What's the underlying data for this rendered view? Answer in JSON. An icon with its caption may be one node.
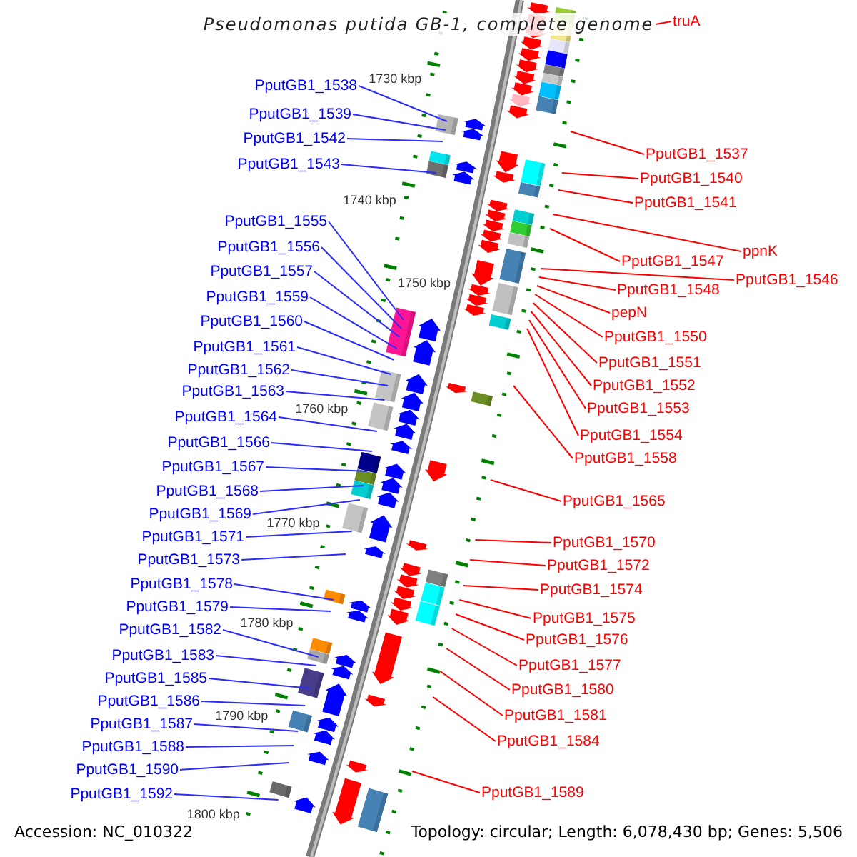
{
  "diagram": {
    "title": "Pseudomonas putida GB-1, complete genome",
    "nodes": [
      {
        "text": [
          "PputGB1_1538"
        ]
      },
      {
        "text": [
          "PputGB1_1539"
        ]
      },
      {
        "text": [
          "PputGB1_1542"
        ]
      },
      {
        "text": [
          "PputGB1_1543"
        ]
      },
      {
        "text": [
          "PputGB1_1555"
        ]
      },
      {
        "text": [
          "PputGB1_1556"
        ]
      },
      {
        "text": [
          "PputGB1_1557"
        ]
      },
      {
        "text": [
          "PputGB1_1559"
        ]
      },
      {
        "text": [
          "PputGB1_1560"
        ]
      },
      {
        "text": [
          "PputGB1_1561"
        ]
      },
      {
        "text": [
          "PputGB1_1562"
        ]
      },
      {
        "text": [
          "PputGB1_1563"
        ]
      },
      {
        "text": [
          "PputGB1_1564"
        ]
      },
      {
        "text": [
          "PputGB1_1566"
        ]
      },
      {
        "text": [
          "PputGB1_1567"
        ]
      },
      {
        "text": [
          "PputGB1_1568"
        ]
      },
      {
        "text": [
          "PputGB1_1569"
        ]
      },
      {
        "text": [
          "PputGB1_1571"
        ]
      },
      {
        "text": [
          "PputGB1_1573"
        ]
      },
      {
        "text": [
          "PputGB1_1578"
        ]
      },
      {
        "text": [
          "PputGB1_1579"
        ]
      },
      {
        "text": [
          "PputGB1_1582"
        ]
      },
      {
        "text": [
          "PputGB1_1583"
        ]
      },
      {
        "text": [
          "PputGB1_1585"
        ]
      },
      {
        "text": [
          "PputGB1_1586"
        ]
      },
      {
        "text": [
          "PputGB1_1587"
        ]
      },
      {
        "text": [
          "PputGB1_1588"
        ]
      },
      {
        "text": [
          "PputGB1_1590"
        ]
      },
      {
        "text": [
          "PputGB1_1592"
        ]
      },
      {
        "text": [
          "truA"
        ]
      },
      {
        "text": [
          "PputGB1_1537"
        ]
      },
      {
        "text": [
          "PputGB1_1540"
        ]
      },
      {
        "text": [
          "PputGB1_1541"
        ]
      },
      {
        "text": [
          "ppnK"
        ]
      },
      {
        "text": [
          "PputGB1_1547"
        ]
      },
      {
        "text": [
          "PputGB1_1546"
        ]
      },
      {
        "text": [
          "PputGB1_1548"
        ]
      },
      {
        "text": [
          "pepN"
        ]
      },
      {
        "text": [
          "PputGB1_1550"
        ]
      },
      {
        "text": [
          "PputGB1_1551"
        ]
      },
      {
        "text": [
          "PputGB1_1552"
        ]
      },
      {
        "text": [
          "PputGB1_1553"
        ]
      },
      {
        "text": [
          "PputGB1_1554"
        ]
      },
      {
        "text": [
          "PputGB1_1558"
        ]
      },
      {
        "text": [
          "PputGB1_1565"
        ]
      },
      {
        "text": [
          "PputGB1_1570"
        ]
      },
      {
        "text": [
          "PputGB1_1572"
        ]
      },
      {
        "text": [
          "PputGB1_1574"
        ]
      },
      {
        "text": [
          "PputGB1_1575"
        ]
      },
      {
        "text": [
          "PputGB1_1576"
        ]
      },
      {
        "text": [
          "PputGB1_1577"
        ]
      },
      {
        "text": [
          "PputGB1_1580"
        ]
      },
      {
        "text": [
          "PputGB1_1581"
        ]
      },
      {
        "text": [
          "PputGB1_1584"
        ]
      },
      {
        "text": [
          "PputGB1_1589"
        ]
      }
    ],
    "edges": [
      {
        "from": 0,
        "to": null,
        "arrow": "none"
      },
      {
        "from": 1,
        "to": null,
        "arrow": "none"
      },
      {
        "from": 2,
        "to": null,
        "arrow": "none"
      },
      {
        "from": 3,
        "to": null,
        "arrow": "none"
      },
      {
        "from": 4,
        "to": null,
        "arrow": "none"
      },
      {
        "from": 5,
        "to": null,
        "arrow": "none"
      },
      {
        "from": 6,
        "to": null,
        "arrow": "none"
      },
      {
        "from": 7,
        "to": null,
        "arrow": "none"
      },
      {
        "from": 8,
        "to": null,
        "arrow": "none"
      },
      {
        "from": 9,
        "to": null,
        "arrow": "none"
      },
      {
        "from": 10,
        "to": null,
        "arrow": "none"
      },
      {
        "from": 11,
        "to": null,
        "arrow": "none"
      },
      {
        "from": 12,
        "to": null,
        "arrow": "none"
      },
      {
        "from": 13,
        "to": null,
        "arrow": "none"
      },
      {
        "from": 14,
        "to": null,
        "arrow": "none"
      },
      {
        "from": 15,
        "to": null,
        "arrow": "none"
      },
      {
        "from": 16,
        "to": null,
        "arrow": "none"
      },
      {
        "from": 17,
        "to": null,
        "arrow": "none"
      },
      {
        "from": 18,
        "to": null,
        "arrow": "none"
      },
      {
        "from": 19,
        "to": null,
        "arrow": "none"
      },
      {
        "from": 20,
        "to": null,
        "arrow": "none"
      },
      {
        "from": 21,
        "to": null,
        "arrow": "none"
      },
      {
        "from": 22,
        "to": null,
        "arrow": "none"
      },
      {
        "from": 23,
        "to": null,
        "arrow": "none"
      },
      {
        "from": 24,
        "to": null,
        "arrow": "none"
      },
      {
        "from": 25,
        "to": null,
        "arrow": "none"
      },
      {
        "from": 26,
        "to": null,
        "arrow": "none"
      },
      {
        "from": 27,
        "to": null,
        "arrow": "none"
      },
      {
        "from": 28,
        "to": null,
        "arrow": "none"
      },
      {
        "from": 29,
        "to": null,
        "arrow": "none",
        "color": "#ff0000"
      },
      {
        "from": 30,
        "to": null,
        "arrow": "none",
        "color": "#ff0000"
      },
      {
        "from": 31,
        "to": null,
        "arrow": "none",
        "color": "#ff0000"
      },
      {
        "from": 32,
        "to": null,
        "arrow": "none",
        "color": "#ff0000"
      },
      {
        "from": 33,
        "to": null,
        "arrow": "none",
        "color": "#ff0000"
      },
      {
        "from": 34,
        "to": null,
        "arrow": "none",
        "color": "#ff0000"
      },
      {
        "from": 35,
        "to": null,
        "arrow": "none",
        "color": "#ff0000"
      },
      {
        "from": 36,
        "to": null,
        "arrow": "none",
        "color": "#ff0000"
      },
      {
        "from": 37,
        "to": null,
        "arrow": "none",
        "color": "#ff0000"
      },
      {
        "from": 38,
        "to": null,
        "arrow": "none",
        "color": "#ff0000"
      },
      {
        "from": 39,
        "to": null,
        "arrow": "none",
        "color": "#ff0000"
      },
      {
        "from": 40,
        "to": null,
        "arrow": "none",
        "color": "#ff0000"
      },
      {
        "from": 41,
        "to": null,
        "arrow": "none",
        "color": "#ff0000"
      },
      {
        "from": 42,
        "to": null,
        "arrow": "none",
        "color": "#ff0000"
      },
      {
        "from": 43,
        "to": null,
        "arrow": "none",
        "color": "#ff0000"
      },
      {
        "from": 44,
        "to": null,
        "arrow": "none",
        "color": "#ff0000"
      },
      {
        "from": 45,
        "to": null,
        "arrow": "none",
        "color": "#ff0000"
      },
      {
        "from": 46,
        "to": null,
        "arrow": "none",
        "color": "#ff0000"
      },
      {
        "from": 47,
        "to": null,
        "arrow": "none",
        "color": "#ff0000"
      },
      {
        "from": 48,
        "to": null,
        "arrow": "none",
        "color": "#ff0000"
      },
      {
        "from": 49,
        "to": null,
        "arrow": "none",
        "color": "#ff0000"
      },
      {
        "from": 50,
        "to": null,
        "arrow": "none",
        "color": "#ff0000"
      },
      {
        "from": 51,
        "to": null,
        "arrow": "none",
        "color": "#ff0000"
      },
      {
        "from": 52,
        "to": null,
        "arrow": "none",
        "color": "#ff0000"
      },
      {
        "from": 53,
        "to": null,
        "arrow": "none",
        "color": "#ff0000"
      },
      {
        "from": 54,
        "to": null,
        "arrow": "none",
        "color": "#ff0000"
      }
    ],
    "labels": [
      "1730 kbp",
      "1740 kbp",
      "1750 kbp",
      "1760 kbp",
      "1770 kbp",
      "1780 kbp",
      "1790 kbp",
      "1800 kbp",
      "Accession: NC_010322",
      "Topology: circular; Length: 6,078,430 bp; Genes: 5,506"
    ]
  }
}
